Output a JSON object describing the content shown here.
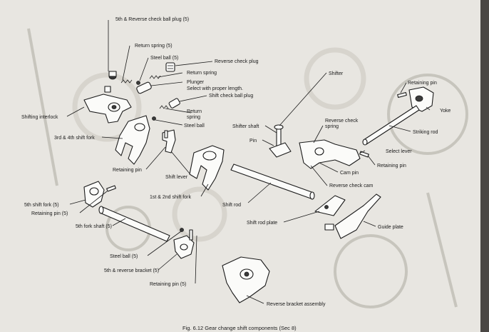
{
  "labels": {
    "plug_5th_reverse": "5th & Reverse check ball plug (5)",
    "return_spring_5": "Return spring (5)",
    "steel_ball_5_top": "Steel ball (5)",
    "reverse_check_plug": "Reverse check plug",
    "return_spring_a": "Return spring",
    "plunger": "Plunger",
    "select_length": "Select with proper length.",
    "shift_check_ball_plug": "Shift check ball plug",
    "return_spring_b1": "Return",
    "return_spring_b2": "spring",
    "steel_ball": "Steel ball",
    "shifting_interlock": "Shifting interlock",
    "fork_3rd_4th": "3rd & 4th shift fork",
    "retaining_pin_a": "Retaining pin",
    "shift_lever": "Shift lever",
    "fork_1st_2nd": "1st & 2nd shift fork",
    "shifter": "Shifter",
    "shifter_shaft": "Shifter shaft",
    "pin": "Pin",
    "reverse_check_spring1": "Reverse check",
    "reverse_check_spring2": "spring",
    "cam_pin": "Cam pin",
    "reverse_check_cam": "Reverse check cam",
    "retaining_pin_top": "Retaining pin",
    "yoke": "Yoke",
    "striking_rod": "Striking rod",
    "select_lever": "Select lever",
    "retaining_pin_b": "Retaining pin",
    "shift_rod": "Shift rod",
    "shift_rod_plate": "Shift rod plate",
    "guide_plate": "Guide plate",
    "fork_5th": "5th shift fork (5)",
    "retaining_pin_5": "Retaining pin (5)",
    "fork_shaft_5th": "5th fork shaft (5)",
    "steel_ball_5": "Steel ball (5)",
    "bracket_5th_reverse": "5th & reverse bracket (5)",
    "retaining_pin_5b": "Retaining pin (5)",
    "reverse_bracket_assembly": "Reverse bracket assembly"
  },
  "caption": "Fig. 6.12 Gear change shift components (Sec 8)"
}
